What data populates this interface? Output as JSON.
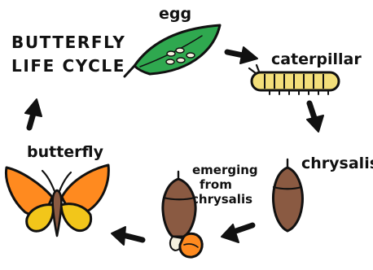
{
  "diagram": {
    "title_lines": [
      "BUTTERFLY",
      "LIFE CYCLE"
    ],
    "stages": {
      "egg": "egg",
      "caterpillar": "caterpillar",
      "chrysalis": "chrysalis",
      "emerging": [
        "emerging",
        "from",
        "chrysalis"
      ],
      "butterfly": "butterfly"
    }
  },
  "colors": {
    "outline": "#111111",
    "leaf": "#2fa84f",
    "egg": "#f4f0dd",
    "caterpillar": "#f3df7a",
    "chrysalis": "#8a5a42",
    "butterfly_orange": "#ff8a1f",
    "butterfly_yellow": "#f2c61a",
    "butterfly_body": "#8a5a42"
  }
}
